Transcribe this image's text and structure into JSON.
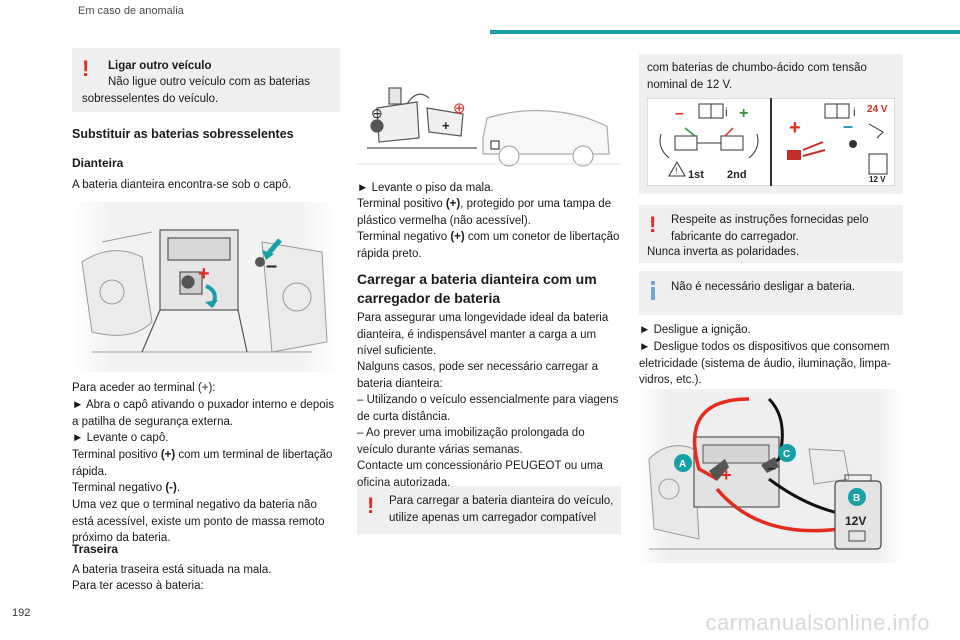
{
  "header": {
    "section": "Em caso de anomalia"
  },
  "page_number": "192",
  "watermark": "carmanualsonline.info",
  "col1": {
    "warn_title": "Ligar outro veículo",
    "warn_text": "Não ligue outro veículo com as baterias sobresselentes do veículo.",
    "heading": "Substituir as baterias sobresselentes",
    "front_heading": "Dianteira",
    "front_text": "A bateria dianteira encontra-se sob o capô.",
    "para1": "Para aceder ao terminal (+):",
    "step1": "► Abra o capô ativando o puxador interno e depois a patilha de segurança externa.",
    "step2": "► Levante o capô.",
    "pos_pre": "Terminal positivo ",
    "pos_sym": "(+)",
    "pos_post": " com um terminal de libertação rápida.",
    "neg_pre": "Terminal negativo ",
    "neg_sym": "(-)",
    "neg_post": ".",
    "para2": "Uma vez que o terminal negativo da bateria não está acessível, existe um ponto de massa remoto próximo da bateria.",
    "rear_heading": "Traseira",
    "rear_text1": "A bateria traseira está situada na mala.",
    "rear_text2": "Para ter acesso à bateria:"
  },
  "col2": {
    "step1": "► Levante o piso da mala.",
    "pos_pre": "Terminal positivo ",
    "pos_sym": "(+)",
    "pos_post": ", protegido por uma tampa de plástico vermelha (não acessível).",
    "neg_pre": "Terminal negativo ",
    "neg_sym": "(+)",
    "neg_post": " com um conetor de libertação rápida preto.",
    "heading": "Carregar a bateria dianteira com um carregador de bateria",
    "para1": "Para assegurar uma longevidade ideal da bateria dianteira, é indispensável manter a carga a um nível suficiente.",
    "para2": "Nalguns casos, pode ser necessário carregar a bateria dianteira:",
    "bullet1": "–  Utilizando o veículo essencialmente para viagens de curta distância.",
    "bullet2": "–  Ao prever uma imobilização prolongada do veículo durante várias semanas.",
    "para3": "Contacte um concessionário PEUGEOT ou uma oficina autorizada.",
    "warn_text": "Para carregar a bateria dianteira do veículo, utilize apenas um carregador compatível"
  },
  "col3": {
    "box_text": "com baterias de chumbo-ácido com tensão nominal de 12 V.",
    "diagram": {
      "first": "1st",
      "second": "2nd",
      "volts": "24 V",
      "charger": "12 V"
    },
    "warn_text1": "Respeite as instruções fornecidas pelo fabricante do carregador.",
    "warn_text2": "Nunca inverta as polaridades.",
    "info_text": "Não é necessário desligar a bateria.",
    "step1": "► Desligue a ignição.",
    "step2": "► Desligue todos os dispositivos que consomem eletricidade (sistema de áudio, iluminação, limpa-vidros, etc.).",
    "photo_labels": {
      "a": "A",
      "b": "B",
      "c": "C",
      "charger": "12V"
    }
  },
  "colors": {
    "accent": "#17a0a6",
    "warning": "#e52b1f",
    "info": "#6fa8d8",
    "box": "#efefef"
  }
}
